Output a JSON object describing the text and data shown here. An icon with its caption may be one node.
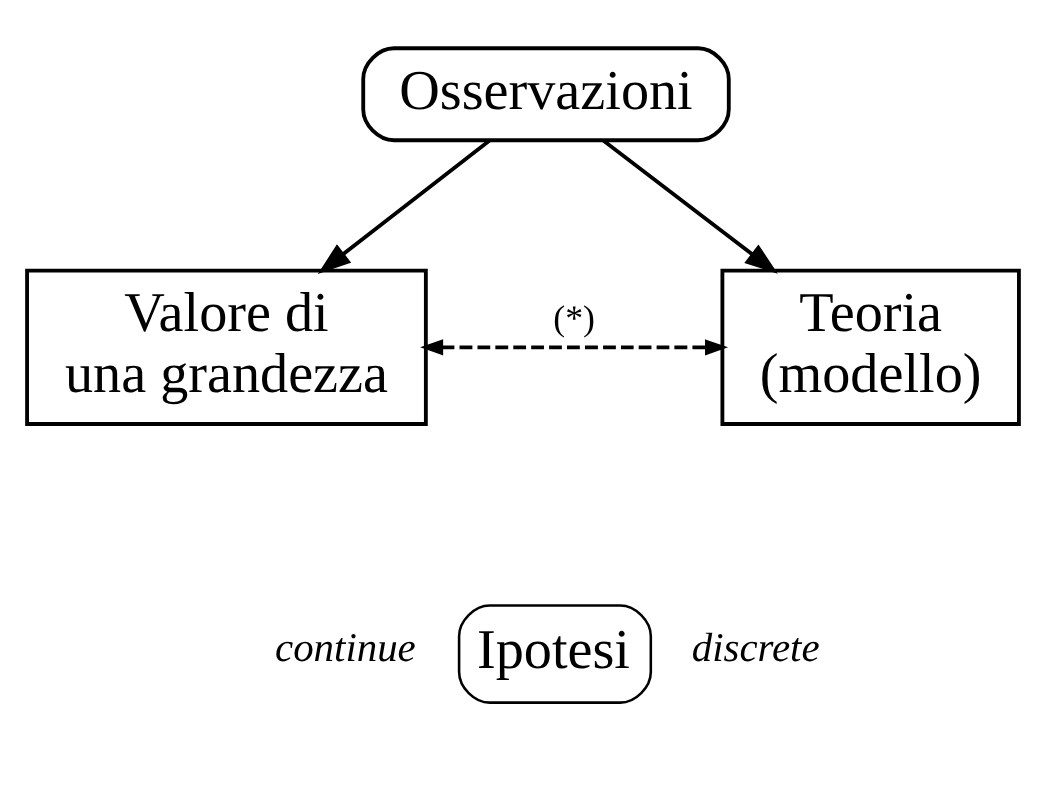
{
  "diagram": {
    "nodes": [
      {
        "text": [
          "Osservazioni"
        ]
      },
      {
        "text": [
          "Valore di una grandezza"
        ]
      },
      {
        "text": [
          "Teoria (modello)"
        ]
      },
      {
        "text": [
          "Ipotesi"
        ],
        "beside": [
          "continue",
          "discrete"
        ]
      }
    ],
    "edges": [
      {
        "from": 0,
        "to": 1,
        "arrow": "to"
      },
      {
        "from": 0,
        "to": 2,
        "arrow": "to"
      },
      {
        "from": 1,
        "to": 2,
        "arrow": "both",
        "label": "(*)",
        "style": "dashed"
      }
    ]
  }
}
